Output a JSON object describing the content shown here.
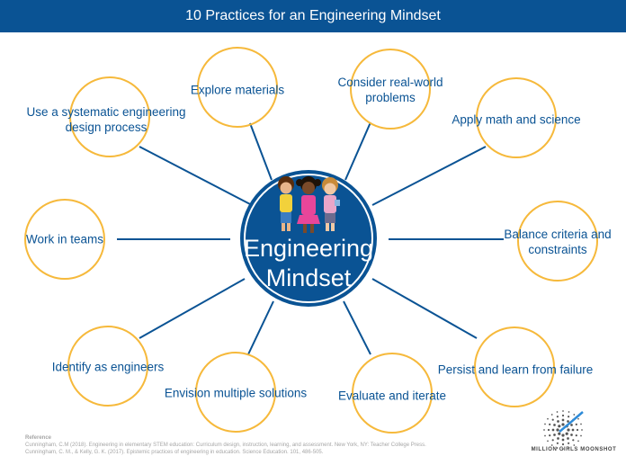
{
  "title": "10 Practices for an Engineering Mindset",
  "center": {
    "line1": "Engineering",
    "line2": "Mindset"
  },
  "practices": [
    {
      "label": "Explore materials"
    },
    {
      "label": "Consider real-world problems"
    },
    {
      "label": "Use a systematic engineering design process"
    },
    {
      "label": "Apply math and science"
    },
    {
      "label": "Work in teams"
    },
    {
      "label": "Balance criteria and constraints"
    },
    {
      "label": "Identify as engineers"
    },
    {
      "label": "Persist and learn from failure"
    },
    {
      "label": "Envision multiple solutions"
    },
    {
      "label": "Evaluate and iterate"
    }
  ],
  "reference": {
    "heading": "Reference",
    "line1": "Cunningham, C.M (2018). Engineering in elementary STEM education: Curriculum design, instruction, learning, and assessment. New York, NY: Teacher College Press.",
    "line2": "Cunningham, C. M., & Kelly, G. K. (2017). Epistemic practices of engineering in education. Science Education. 101, 486-505."
  },
  "logo": {
    "text": "MILLION GIRLS MOONSHOT"
  },
  "colors": {
    "banner": "#0a5394",
    "text": "#0a5394",
    "circle_outline": "#f6b93b",
    "spoke": "#0a5394",
    "center_fill": "#0a5394",
    "center_ring": "#ffffff"
  }
}
